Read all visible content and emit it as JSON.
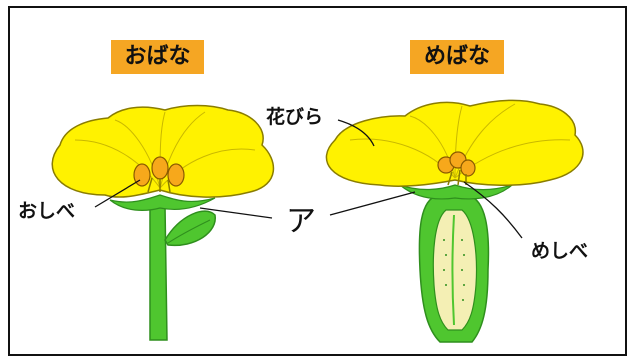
{
  "titles": {
    "male_flower": "おばな",
    "female_flower": "めばな"
  },
  "labels": {
    "petals": "花びら",
    "stamen": "おしべ",
    "pistil": "めしべ",
    "a_marker": "ア"
  },
  "colors": {
    "petal": "#fff200",
    "petal_vein": "#c9b800",
    "anther": "#f7a81b",
    "stem": "#4fc62f",
    "stem_dark": "#2f8f1d",
    "ovary_inner": "#f4efb4",
    "title_bg": "#f5a623"
  }
}
